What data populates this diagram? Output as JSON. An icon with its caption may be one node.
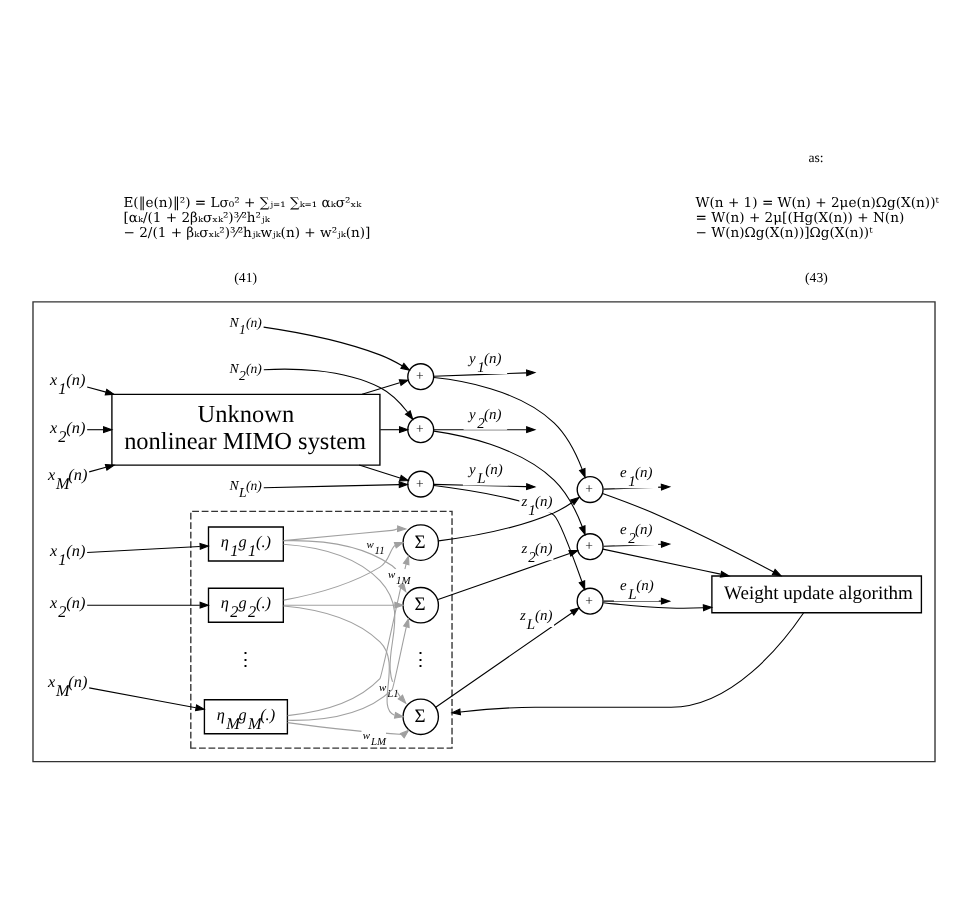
{
  "diagram": {
    "nodes": [
      {
        "text": [],
        "shape": "box"
      },
      {
        "text": [
          "x$_{1}$(n)"
        ],
        "in": 0
      },
      {
        "text": [
          "x$_{2}$(n)"
        ],
        "in": 0
      },
      {
        "text": [
          "x$_{M}$(n)"
        ],
        "in": 0
      },
      {
        "text": [
          "Unknown nonlinear MIMO system"
        ],
        "in": 0
      },
      {
        "text": [
          "N$_{1}$(n)"
        ],
        "in": 0
      },
      {
        "text": [
          "+"
        ],
        "in": 0
      },
      {
        "text": [
          "N$_{2}$(n)"
        ],
        "in": 0
      },
      {
        "text": [
          "+"
        ],
        "in": 0
      },
      {
        "text": [
          "N$_{L}$(n)"
        ],
        "in": 0
      },
      {
        "text": [
          "+"
        ],
        "in": 0
      },
      {
        "text": [
          "x$_{1}$(n)"
        ],
        "in": 0
      },
      {
        "text": [
          "x$_{2}$(n)"
        ],
        "in": 0
      },
      {
        "text": [
          "x$_{M}$(n)"
        ],
        "in": 0
      },
      {
        "text": [],
        "shape": "box",
        "in": 0
      },
      {
        "text": [
          "η$_{1}$g$_{1}$(.)"
        ],
        "in": 14
      },
      {
        "text": [
          "η$_{2}$g$_{2}$(.)"
        ],
        "in": 14
      },
      {
        "text": [
          "η$_{M}$g$_{M}$(.)"
        ],
        "in": 14
      },
      {
        "text": [
          "Σ"
        ],
        "in": 14
      },
      {
        "text": [
          "Σ"
        ],
        "in": 14
      },
      {
        "text": [
          "Σ"
        ],
        "in": 14
      },
      {
        "text": [
          "+"
        ],
        "in": 0
      },
      {
        "text": [
          "+"
        ],
        "in": 0
      },
      {
        "text": [
          "+"
        ],
        "in": 0
      },
      {
        "text": [
          "Weight update algorithm"
        ],
        "in": 0
      }
    ],
    "edges": [
      {
        "from": 1,
        "to": 4,
        "arrow": "to"
      },
      {
        "from": 2,
        "to": 4,
        "arrow": "to"
      },
      {
        "from": 3,
        "to": 4,
        "arrow": "to"
      },
      {
        "from": 4,
        "to": 6,
        "arrow": "to"
      },
      {
        "from": 4,
        "to": 8,
        "arrow": "to"
      },
      {
        "from": 4,
        "to": 10,
        "arrow": "to"
      },
      {
        "from": 5,
        "to": 6,
        "arrow": "to"
      },
      {
        "from": 7,
        "to": 8,
        "arrow": "to"
      },
      {
        "from": 9,
        "to": 10,
        "arrow": "to"
      },
      {
        "from": 6,
        "to": null,
        "arrow": "to",
        "label": "y$_{1}$(n)"
      },
      {
        "from": 6,
        "to": 21,
        "arrow": "to"
      },
      {
        "from": 8,
        "to": null,
        "arrow": "to",
        "label": "y$_{2}$(n)"
      },
      {
        "from": 8,
        "to": 22,
        "arrow": "to"
      },
      {
        "from": 10,
        "to": null,
        "arrow": "to",
        "label": "y$_{L}$(n)"
      },
      {
        "from": 10,
        "to": 23,
        "arrow": "to"
      },
      {
        "from": 11,
        "to": 15,
        "arrow": "to"
      },
      {
        "from": 12,
        "to": 16,
        "arrow": "to"
      },
      {
        "from": 13,
        "to": 17,
        "arrow": "to"
      },
      {
        "from": 15,
        "to": 18,
        "arrow": "to",
        "label": "w$_{11}$",
        "color": "#a0a0a0"
      },
      {
        "from": 15,
        "to": 19,
        "arrow": "to",
        "color": "#a0a0a0"
      },
      {
        "from": 15,
        "to": 20,
        "arrow": "to",
        "label": "w$_{L1}$",
        "color": "#a0a0a0"
      },
      {
        "from": 16,
        "to": 18,
        "arrow": "to",
        "color": "#a0a0a0"
      },
      {
        "from": 16,
        "to": 19,
        "arrow": "to",
        "color": "#a0a0a0"
      },
      {
        "from": 16,
        "to": 20,
        "arrow": "to",
        "color": "#a0a0a0"
      },
      {
        "from": 17,
        "to": 18,
        "arrow": "to",
        "label": "w$_{1M}$",
        "color": "#a0a0a0"
      },
      {
        "from": 17,
        "to": 19,
        "arrow": "to",
        "color": "#a0a0a0"
      },
      {
        "from": 17,
        "to": 20,
        "arrow": "to",
        "label": "w$_{LM}$",
        "color": "#a0a0a0"
      },
      {
        "from": 18,
        "to": 21,
        "arrow": "to",
        "label": "z$_{1}$(n)"
      },
      {
        "from": 19,
        "to": 22,
        "arrow": "to",
        "label": "z$_{2}$(n)"
      },
      {
        "from": 20,
        "to": 23,
        "arrow": "to",
        "label": "z$_{L}$(n)"
      },
      {
        "from": 21,
        "to": null,
        "arrow": "to",
        "label": "e$_{1}$(n)"
      },
      {
        "from": 21,
        "to": 24,
        "arrow": "to"
      },
      {
        "from": 22,
        "to": null,
        "arrow": "to",
        "label": "e$_{2}$(n)"
      },
      {
        "from": 22,
        "to": 24,
        "arrow": "to"
      },
      {
        "from": 23,
        "to": null,
        "arrow": "to",
        "label": "e$_{L}$(n)"
      },
      {
        "from": 23,
        "to": 24,
        "arrow": "to"
      },
      {
        "from": 24,
        "to": 14,
        "arrow": "to"
      }
    ],
    "labels": [
      "E(‖e(n)‖²) = Lσ₀² + ∑ⱼ₌₁ ∑ₖ₌₁ αₖσ²ₓₖ [αₖ/(1 + 2βₖσₓₖ²)³⁄²h²ⱼₖ − 2/(1 + βₖσₓₖ²)³⁄²hⱼₖwⱼₖ(n) + w²ⱼₖ(n)]",
      "(41)",
      "as:",
      "W(n + 1) = W(n) + 2μe(n)Ωg(X(n))ᵗ = W(n) + 2μ[(Hg(X(n)) + N(n) − W(n)Ωg(X(n))]Ωg(X(n))ᵗ",
      "(43)",
      "⋮",
      "⋮"
    ]
  }
}
